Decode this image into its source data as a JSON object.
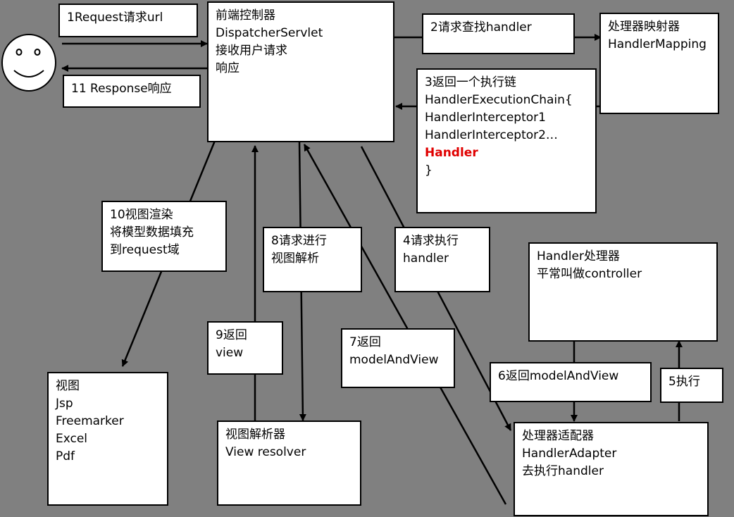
{
  "boxes": {
    "step1": [
      "1Request请求url"
    ],
    "front_controller": [
      "前端控制器",
      "DispatcherServlet",
      "接收用户请求",
      "响应"
    ],
    "step11": [
      "11 Response响应"
    ],
    "step2": [
      "2请求查找handler"
    ],
    "handler_mapping": [
      "处理器映射器",
      "HandlerMapping"
    ],
    "step3": [
      "3返回一个执行链",
      "HandlerExecutionChain{",
      "HandlerInterceptor1",
      "HandlerInterceptor2…",
      "Handler",
      "}"
    ],
    "step10": [
      "10视图渲染",
      "将模型数据填充",
      "到request域"
    ],
    "step8": [
      "8请求进行",
      "视图解析"
    ],
    "step4": [
      "4请求执行",
      "handler"
    ],
    "handler": [
      "Handler处理器",
      "平常叫做controller"
    ],
    "step9": [
      "9返回",
      "view"
    ],
    "step7": [
      "7返回",
      "modelAndView"
    ],
    "step6": [
      "6返回modelAndView"
    ],
    "step5": [
      "5执行"
    ],
    "view": [
      "视图",
      "Jsp",
      "Freemarker",
      "Excel",
      "Pdf"
    ],
    "view_resolver": [
      "视图解析器",
      "View resolver"
    ],
    "handler_adapter": [
      "处理器适配器",
      "HandlerAdapter",
      "去执行handler"
    ]
  },
  "colors": {
    "background": "#808080",
    "box": "#ffffff",
    "line": "#000000",
    "highlight": "#e00000"
  }
}
